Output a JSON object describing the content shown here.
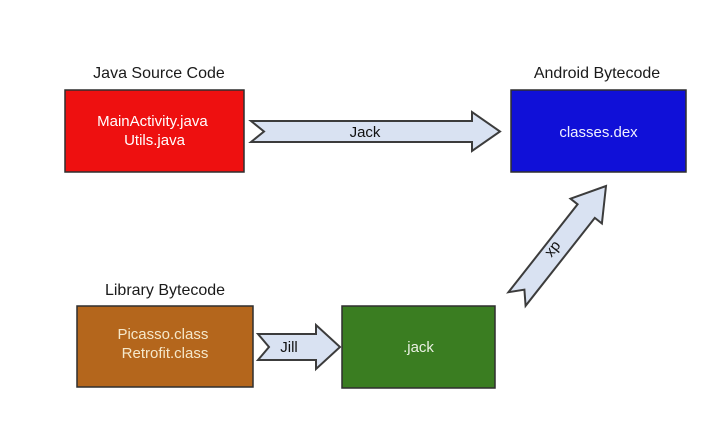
{
  "diagram": {
    "background": "#ffffff",
    "arrow_fill": "#d9e2f2",
    "arrow_stroke": "#3c3c3c",
    "nodes": {
      "java_source": {
        "heading": "Java Source Code",
        "line1": "MainActivity.java",
        "line2": "Utils.java",
        "fill": "#ee1010",
        "text_color": "#ffffff"
      },
      "android_bytecode": {
        "heading": "Android Bytecode",
        "line1": "classes.dex",
        "fill": "#1010d8",
        "text_color": "#f0f0ff"
      },
      "library_bytecode": {
        "heading": "Library Bytecode",
        "line1": "Picasso.class",
        "line2": "Retrofit.class",
        "fill": "#b4661c",
        "text_color": "#f5e8ca"
      },
      "jack_file": {
        "line1": ".jack",
        "fill": "#3a7d21",
        "text_color": "#eaf0e2"
      }
    },
    "arrows": {
      "jack": {
        "label": "Jack"
      },
      "jill": {
        "label": "Jill"
      },
      "dx": {
        "label": "dx"
      }
    }
  }
}
